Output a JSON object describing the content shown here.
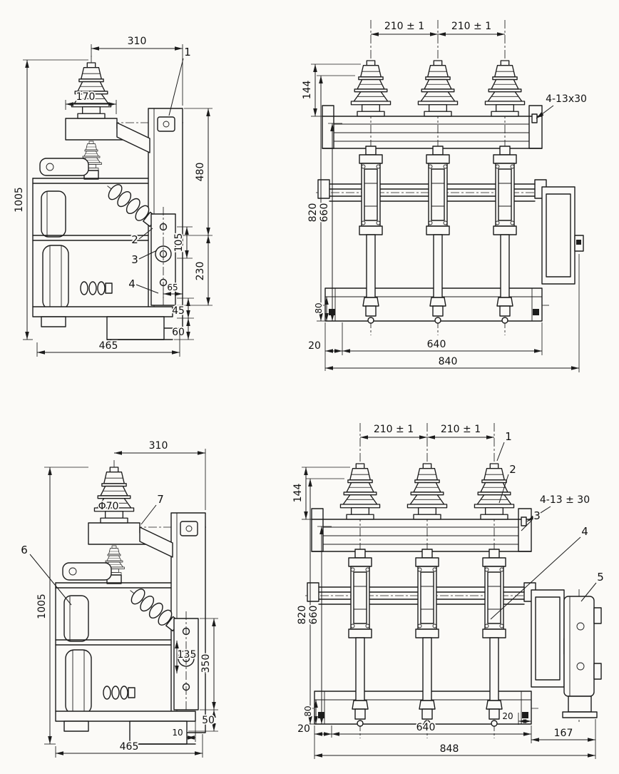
{
  "colors": {
    "ink": "#1c1c1c",
    "paper": "#fbfaf7"
  },
  "views": {
    "side_top": {
      "d310": "310",
      "d170": "170",
      "d1005": "1005",
      "d480": "480",
      "d105": "105",
      "d230": "230",
      "d65": "65",
      "d45": "45",
      "d60": "60",
      "d465": "465",
      "l1": "1",
      "l2": "2",
      "l3": "3",
      "l4": "4"
    },
    "front_top": {
      "d210a": "210 ± 1",
      "d210b": "210 ± 1",
      "d144": "144",
      "dholes": "4-13x30",
      "d820": "820",
      "d660": "660",
      "d80": "80",
      "d20": "20",
      "d640": "640",
      "d840": "840"
    },
    "side_bottom": {
      "d310": "310",
      "dphi70": "Φ70",
      "d1005": "1005",
      "d135": "135",
      "d350": "350",
      "d50": "50",
      "d10": "10",
      "d465": "465",
      "l6": "6",
      "l7": "7"
    },
    "front_bottom": {
      "d210a": "210 ± 1",
      "d210b": "210 ± 1",
      "d144": "144",
      "dholes": "4-13 ± 30",
      "d820": "820",
      "d660": "660",
      "d80": "80",
      "d20a": "20",
      "d640": "640",
      "d20b": "20",
      "d167": "167",
      "d848": "848",
      "l1": "1",
      "l2": "2",
      "l3": "3",
      "l4": "4",
      "l5": "5"
    }
  }
}
